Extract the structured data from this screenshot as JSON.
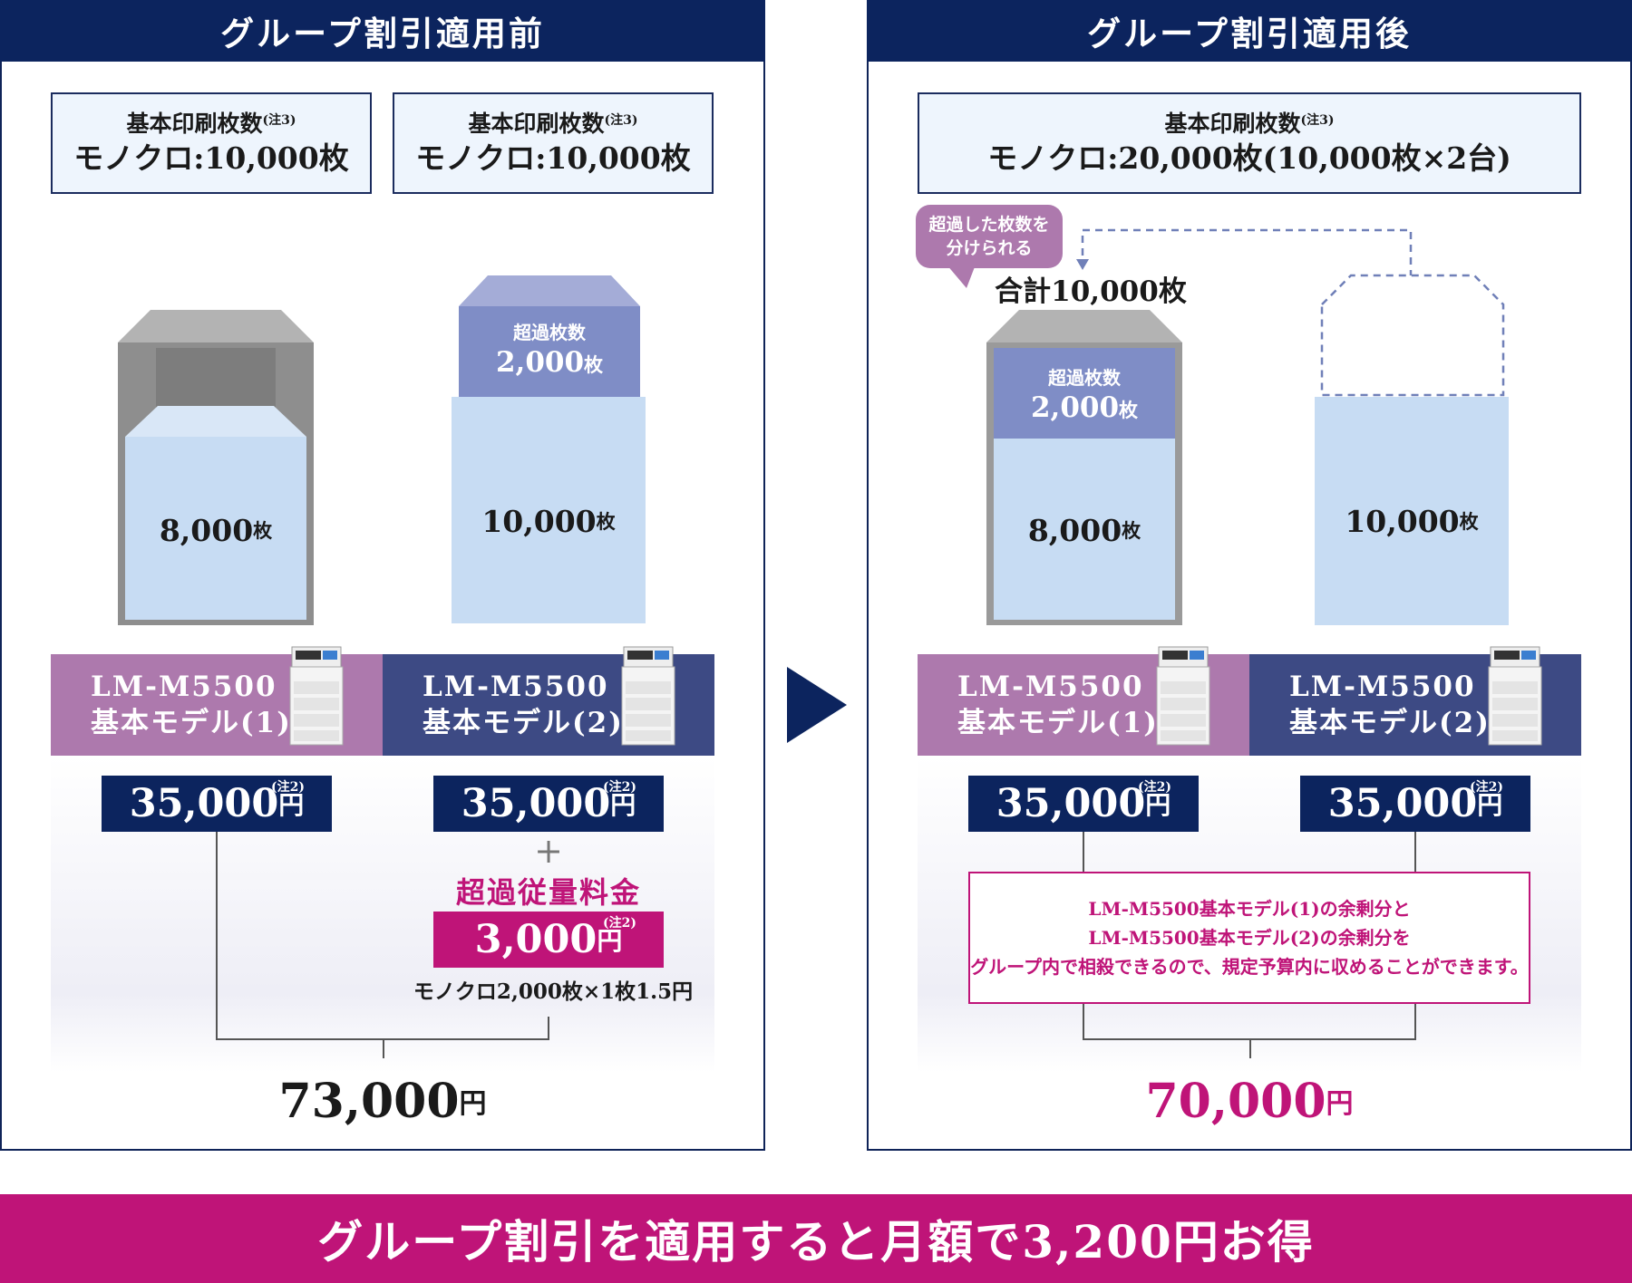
{
  "colors": {
    "navy": "#0c245e",
    "magenta": "#bf1478",
    "model_pink": "#ad79ad",
    "model_navy": "#3d4a84",
    "bar_light": "#c7dcf3",
    "bar_excess": "#7f8dc6"
  },
  "before": {
    "title": "グループ割引適用前",
    "quota_left": {
      "label": "基本印刷枚数",
      "note": "(注3)",
      "value": "モノクロ:10,000枚"
    },
    "quota_right": {
      "label": "基本印刷枚数",
      "note": "(注3)",
      "value": "モノクロ:10,000枚"
    },
    "bar_left": {
      "value": "8,000",
      "unit": "枚"
    },
    "bar_right": {
      "excess_label": "超過枚数",
      "excess_value": "2,000",
      "excess_unit": "枚",
      "value": "10,000",
      "unit": "枚"
    },
    "model_left": {
      "line1": "LM-M5500",
      "line2": "基本モデル(1)"
    },
    "model_right": {
      "line1": "LM-M5500",
      "line2": "基本モデル(2)"
    },
    "price_left": {
      "amount": "35,000",
      "yen": "円",
      "note": "(注2)"
    },
    "price_right": {
      "amount": "35,000",
      "yen": "円",
      "note": "(注2)"
    },
    "plus": "+",
    "overage_label": "超過従量料金",
    "overage_price": {
      "amount": "3,000",
      "yen": "円",
      "note": "(注2)"
    },
    "overage_detail": "モノクロ2,000枚×1枚1.5円",
    "total": {
      "amount": "73,000",
      "yen": "円"
    }
  },
  "after": {
    "title": "グループ割引適用後",
    "quota": {
      "label": "基本印刷枚数",
      "note": "(注3)",
      "value": "モノクロ:20,000枚(10,000枚×2台)"
    },
    "callout": {
      "line1": "超過した枚数を",
      "line2": "分けられる"
    },
    "sum_label": "合計10,000枚",
    "bar_left": {
      "excess_label": "超過枚数",
      "excess_value": "2,000",
      "excess_unit": "枚",
      "value": "8,000",
      "unit": "枚"
    },
    "bar_right": {
      "value": "10,000",
      "unit": "枚"
    },
    "model_left": {
      "line1": "LM-M5500",
      "line2": "基本モデル(1)"
    },
    "model_right": {
      "line1": "LM-M5500",
      "line2": "基本モデル(2)"
    },
    "price_left": {
      "amount": "35,000",
      "yen": "円",
      "note": "(注2)"
    },
    "price_right": {
      "amount": "35,000",
      "yen": "円",
      "note": "(注2)"
    },
    "offset_note": {
      "line1": "LM-M5500基本モデル(1)の余剰分と",
      "line2": "LM-M5500基本モデル(2)の余剰分を",
      "line3": "グループ内で相殺できるので、規定予算内に収めることができます。"
    },
    "total": {
      "amount": "70,000",
      "yen": "円"
    }
  },
  "banner": "グループ割引を適用すると月額で3,200円お得"
}
